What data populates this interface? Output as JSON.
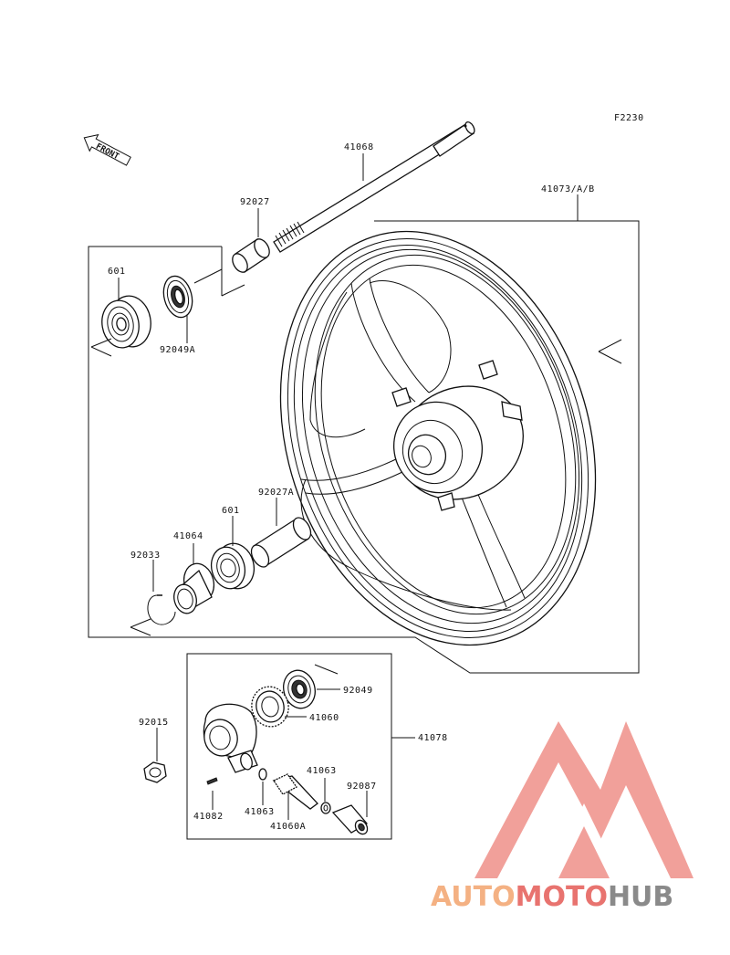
{
  "figure_code": "F2230",
  "front_label": "FRONT",
  "parts": {
    "axle": "41068",
    "wheel": "41073/A/B",
    "collar_left": "92027",
    "bearing_left": "601",
    "seal_left": "92049A",
    "collar_right": "92027A",
    "bearing_right": "601",
    "hub_cap": "41064",
    "circlip": "92033",
    "nut": "92015",
    "seal_gear": "92049",
    "gear": "41060",
    "gearbox_assy": "41078",
    "washer_a": "41063",
    "washer_b": "41063",
    "pinion": "41060A",
    "bushing": "92087",
    "pin": "41082"
  },
  "watermark": {
    "part1": "AUTO",
    "part2": "MOTO",
    "part3": "HUB",
    "color_orange": "#f4b183",
    "color_red": "#e8736f",
    "color_gray": "#8a8a8a"
  }
}
